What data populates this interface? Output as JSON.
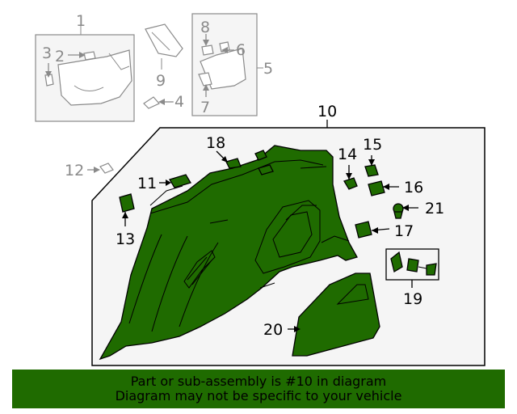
{
  "diagram": {
    "callouts": {
      "c1": "1",
      "c2": "2",
      "c3": "3",
      "c4": "4",
      "c5": "5",
      "c6": "6",
      "c7": "7",
      "c8": "8",
      "c9": "9",
      "c10": "10",
      "c11": "11",
      "c12": "12",
      "c13": "13",
      "c14": "14",
      "c15": "15",
      "c16": "16",
      "c17": "17",
      "c18": "18",
      "c19": "19",
      "c20": "20",
      "c21": "21"
    },
    "colors": {
      "highlight": "#1f6b00",
      "inactive_outline": "#8a8a8a",
      "panel_background": "#f5f5f5"
    }
  },
  "footer": {
    "line1": "Part or sub-assembly is #10 in diagram",
    "line2": "Diagram may not be specific to your vehicle"
  }
}
